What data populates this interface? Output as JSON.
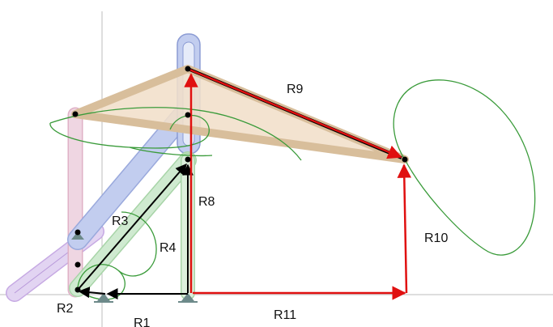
{
  "diagram": {
    "vectors": {
      "r1": "R1",
      "r2": "R2",
      "r3": "R3",
      "r4": "R4",
      "r8": "R8",
      "r9": "R9",
      "r10": "R10",
      "r11": "R11"
    },
    "colors": {
      "black_vector": "#000000",
      "red_vector": "#e01010",
      "coupler_fill": "#f1dfc9",
      "blue_link": "#aab8e6",
      "green_link": "#bfe3bf",
      "pink_link": "#e9c9d7",
      "purple_slider": "#d7c5ea",
      "curve": "#3a9b3a",
      "axis": "#b9b9b9"
    }
  }
}
